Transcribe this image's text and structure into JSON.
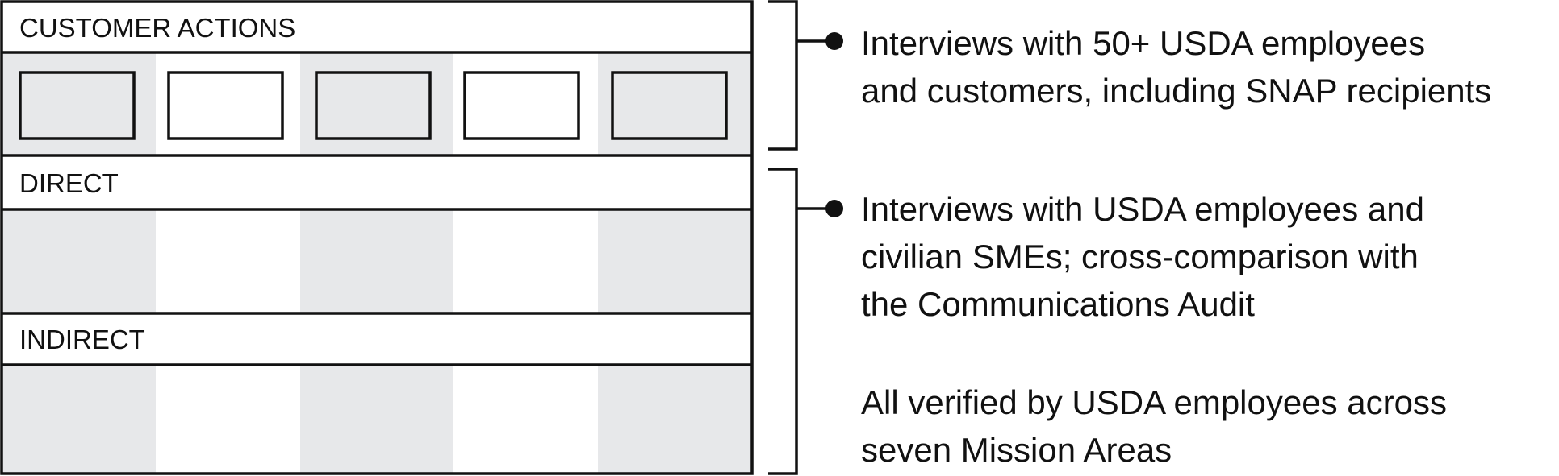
{
  "diagram": {
    "rows": [
      {
        "label": "CUSTOMER ACTIONS"
      },
      {
        "label": "DIRECT"
      },
      {
        "label": "INDIRECT"
      }
    ],
    "notes": [
      {
        "lines": [
          "Interviews with 50+ USDA employees",
          "and customers, including SNAP recipients"
        ]
      },
      {
        "lines": [
          "Interviews with USDA employees and",
          "civilian SMEs; cross-comparison with",
          "the Communications Audit"
        ]
      },
      {
        "lines": [
          "All verified by USDA employees across",
          "seven Mission Areas"
        ]
      }
    ],
    "colors": {
      "stroke": "#111111",
      "stripe": "#e7e8ea",
      "background": "#ffffff"
    }
  }
}
